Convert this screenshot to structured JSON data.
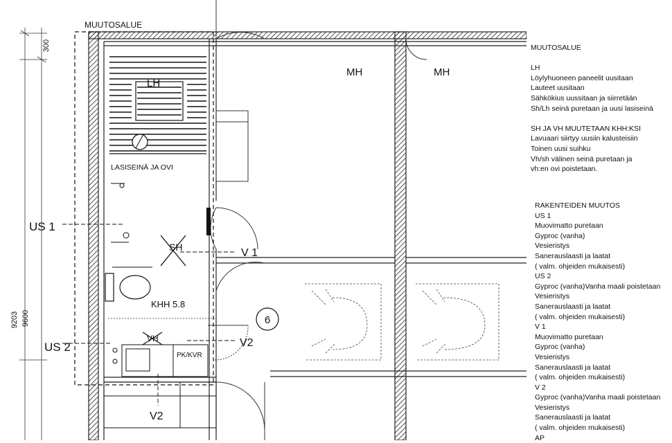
{
  "plan": {
    "area_label": "MUUTOSALUE",
    "sauna_label": "LH",
    "glass_wall_label": "LASISEINÄ JA OVI",
    "shower_label": "SH",
    "toilet_label": "VH",
    "utility_room_label": "KHH 5.8",
    "closet_label": "PK/KVR",
    "room_mh_1": "MH",
    "room_mh_2": "MH",
    "section_us1": "US 1",
    "section_us2": "US 2",
    "section_v1": "V 1",
    "section_v2_right": "V2",
    "section_v2_bottom": "V2",
    "room_number": "6",
    "dim_300": "300",
    "dim_9203": "9203",
    "dim_9600": "9600"
  },
  "notes": {
    "group1": [
      "MUUTOSALUE",
      "",
      "LH",
      "Löylyhuoneen paneelit uusitaan",
      "Lauteet uusitaan",
      "Sähkökius uussitaan ja siirretään",
      "Sh/Lh seinä puretaan ja uusi lasiseinä",
      "",
      "SH JA VH MUUTETAAN KHH:KSI",
      "Lavuaari siirtyy uusiin kalusteisiin",
      "Toinen uusi suihku",
      "Vh/sh välinen seinä puretaan ja",
      "vh:en ovi poistetaan."
    ],
    "group2": [
      "RAKENTEIDEN MUUTOS",
      "US 1",
      "Muovimatto puretaan",
      "Gyproc (vanha)",
      "Vesieristys",
      "Sanerauslaasti ja laatat",
      "( valm. ohjeiden mukaisesti)",
      "US 2",
      "Gyproc (vanha)Vanha maali poistetaan",
      "Vesieristys",
      "Sanerauslaasti ja laatat",
      "( valm. ohjeiden mukaisesti)",
      "V 1",
      "Muovimatto puretaan",
      "Gyproc (vanha)",
      "Vesieristys",
      "Sanerauslaasti ja laatat",
      "( valm. ohjeiden mukaisesti)",
      "V 2",
      "Gyproc (vanha)Vanha maali poistetaan",
      "Vesieristys",
      "Sanerauslaasti ja laatat",
      "( valm. ohjeiden mukaisesti)",
      "AP"
    ]
  }
}
